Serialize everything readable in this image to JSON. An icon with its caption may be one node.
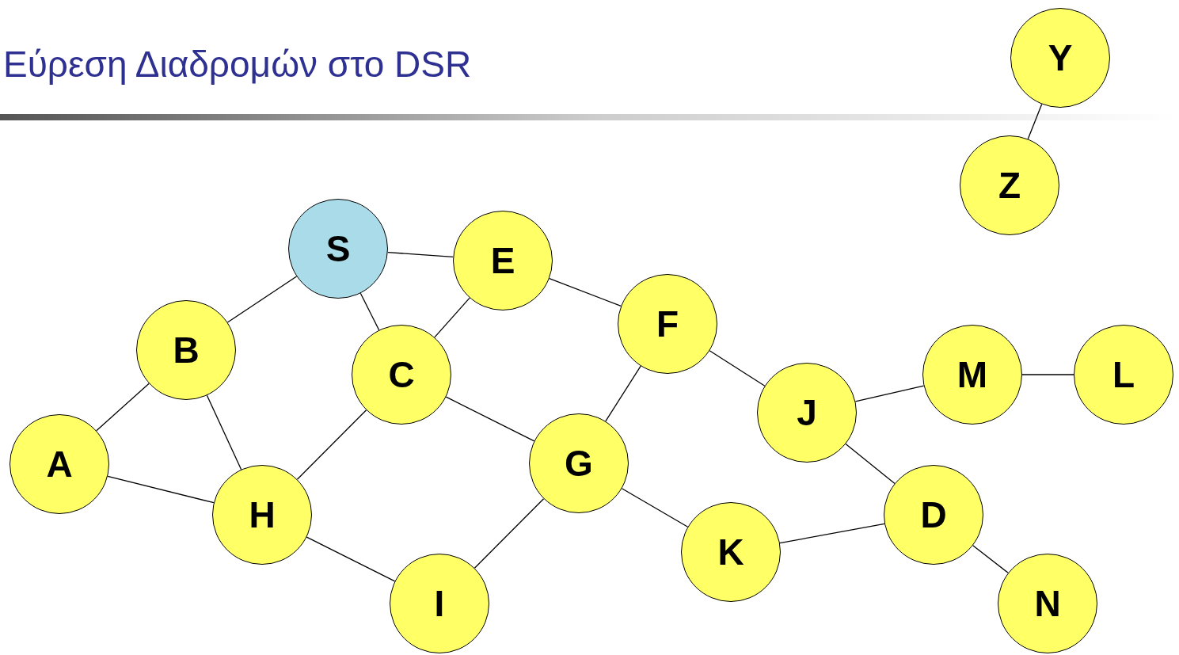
{
  "diagram": {
    "title": "Εύρεση Διαδρομών στο DSR",
    "nodes": [
      {
        "text": [
          "Y"
        ]
      },
      {
        "text": [
          "Z"
        ]
      },
      {
        "text": [
          "S"
        ]
      },
      {
        "text": [
          "E"
        ]
      },
      {
        "text": [
          "B"
        ]
      },
      {
        "text": [
          "C"
        ]
      },
      {
        "text": [
          "F"
        ]
      },
      {
        "text": [
          "M"
        ]
      },
      {
        "text": [
          "L"
        ]
      },
      {
        "text": [
          "J"
        ]
      },
      {
        "text": [
          "A"
        ]
      },
      {
        "text": [
          "G"
        ]
      },
      {
        "text": [
          "H"
        ]
      },
      {
        "text": [
          "D"
        ]
      },
      {
        "text": [
          "K"
        ]
      },
      {
        "text": [
          "I"
        ]
      },
      {
        "text": [
          "N"
        ]
      }
    ],
    "edges": [
      {
        "from": 0,
        "to": 1,
        "arrow": "none"
      },
      {
        "from": 2,
        "to": 3,
        "arrow": "none"
      },
      {
        "from": 2,
        "to": 4,
        "arrow": "none"
      },
      {
        "from": 2,
        "to": 5,
        "arrow": "none"
      },
      {
        "from": 3,
        "to": 5,
        "arrow": "none"
      },
      {
        "from": 3,
        "to": 6,
        "arrow": "none"
      },
      {
        "from": 4,
        "to": 10,
        "arrow": "none"
      },
      {
        "from": 4,
        "to": 12,
        "arrow": "none"
      },
      {
        "from": 10,
        "to": 12,
        "arrow": "none"
      },
      {
        "from": 5,
        "to": 12,
        "arrow": "none"
      },
      {
        "from": 5,
        "to": 11,
        "arrow": "none"
      },
      {
        "from": 6,
        "to": 11,
        "arrow": "none"
      },
      {
        "from": 6,
        "to": 9,
        "arrow": "none"
      },
      {
        "from": 9,
        "to": 7,
        "arrow": "none"
      },
      {
        "from": 7,
        "to": 8,
        "arrow": "none"
      },
      {
        "from": 9,
        "to": 13,
        "arrow": "none"
      },
      {
        "from": 11,
        "to": 15,
        "arrow": "none"
      },
      {
        "from": 11,
        "to": 14,
        "arrow": "none"
      },
      {
        "from": 12,
        "to": 15,
        "arrow": "none"
      },
      {
        "from": 14,
        "to": 13,
        "arrow": "none"
      },
      {
        "from": 13,
        "to": 16,
        "arrow": "none"
      }
    ]
  }
}
